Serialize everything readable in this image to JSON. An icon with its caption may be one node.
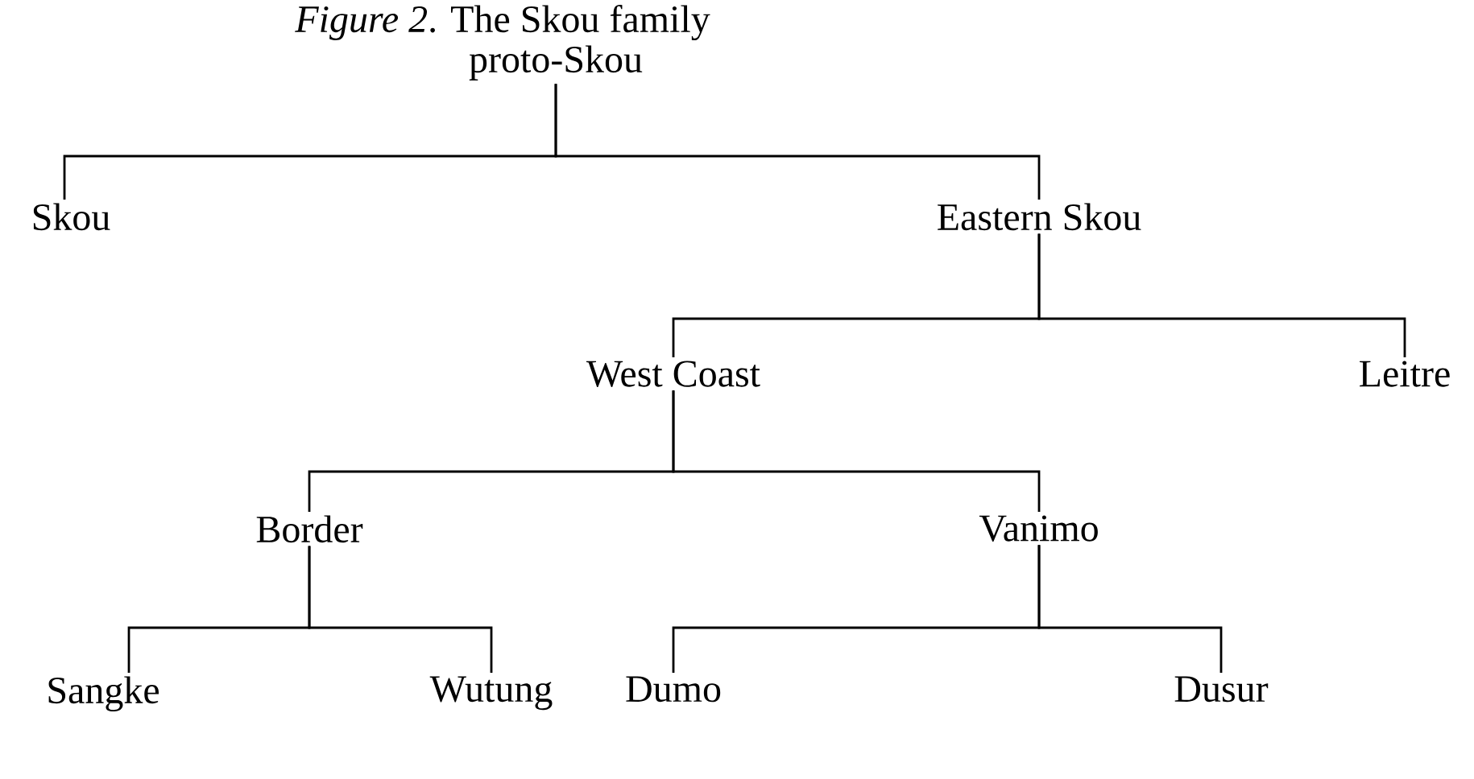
{
  "diagram": {
    "title": "*Figure 2*. The Skou family",
    "nodes": [
      {
        "text": [
          "proto-Skou"
        ]
      },
      {
        "text": [
          "Skou"
        ]
      },
      {
        "text": [
          "Eastern Skou"
        ]
      },
      {
        "text": [
          "West Coast"
        ]
      },
      {
        "text": [
          "Leitre"
        ]
      },
      {
        "text": [
          "Border"
        ]
      },
      {
        "text": [
          "Vanimo"
        ]
      },
      {
        "text": [
          "Sangke"
        ]
      },
      {
        "text": [
          "Wutung"
        ]
      },
      {
        "text": [
          "Dumo"
        ]
      },
      {
        "text": [
          "Dusur"
        ]
      }
    ],
    "edges": [
      {
        "from": 0,
        "to": 1,
        "arrow": "none"
      },
      {
        "from": 0,
        "to": 2,
        "arrow": "none"
      },
      {
        "from": 2,
        "to": 3,
        "arrow": "none"
      },
      {
        "from": 2,
        "to": 4,
        "arrow": "none"
      },
      {
        "from": 3,
        "to": 5,
        "arrow": "none"
      },
      {
        "from": 3,
        "to": 6,
        "arrow": "none"
      },
      {
        "from": 5,
        "to": 7,
        "arrow": "none"
      },
      {
        "from": 5,
        "to": 8,
        "arrow": "none"
      },
      {
        "from": 6,
        "to": 9,
        "arrow": "none"
      },
      {
        "from": 6,
        "to": 10,
        "arrow": "none"
      }
    ]
  }
}
